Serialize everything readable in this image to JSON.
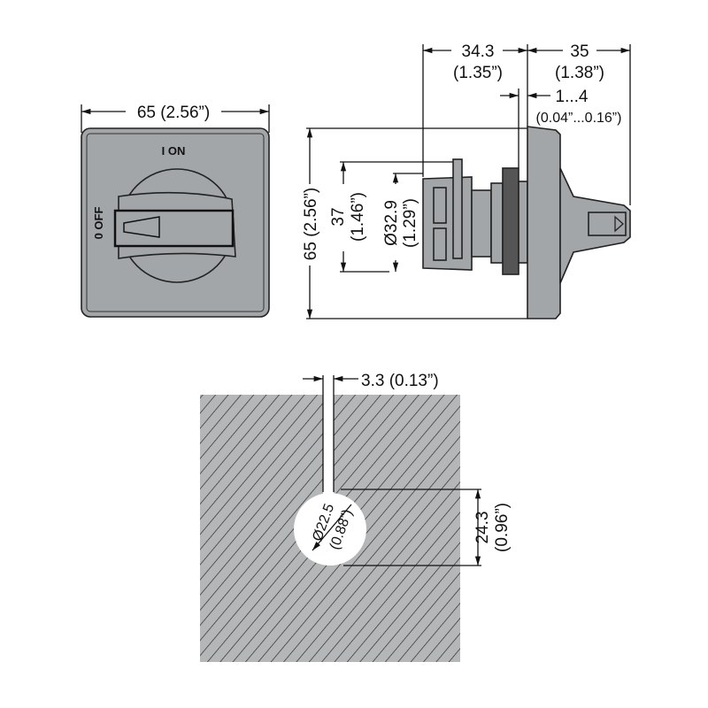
{
  "front_view": {
    "width_label": "65 (2.56”)",
    "on_label": "I ON",
    "off_label": "0 OFF"
  },
  "side_view": {
    "depth_rear_value": "34.3",
    "depth_rear_inch": "(1.35”)",
    "depth_front_value": "35",
    "depth_front_inch": "(1.38”)",
    "panel_value": "1...4",
    "panel_inch": "(0.04”...0.16”)",
    "height_label": "65 (2.56”)",
    "body_height_value": "37",
    "body_height_inch": "(1.46”)",
    "body_diameter_value": "Ø32.9",
    "body_diameter_inch": "(1.29”)"
  },
  "cutout": {
    "slot_label": "3.3 (0.13”)",
    "hole_value": "Ø22.5",
    "hole_inch": "(0.88”)",
    "height_value": "24.3",
    "height_inch": "(0.96”)"
  },
  "colors": {
    "body": "#a3a6a9",
    "dark": "#2b2b2b",
    "hatch": "#b4b6b8"
  }
}
